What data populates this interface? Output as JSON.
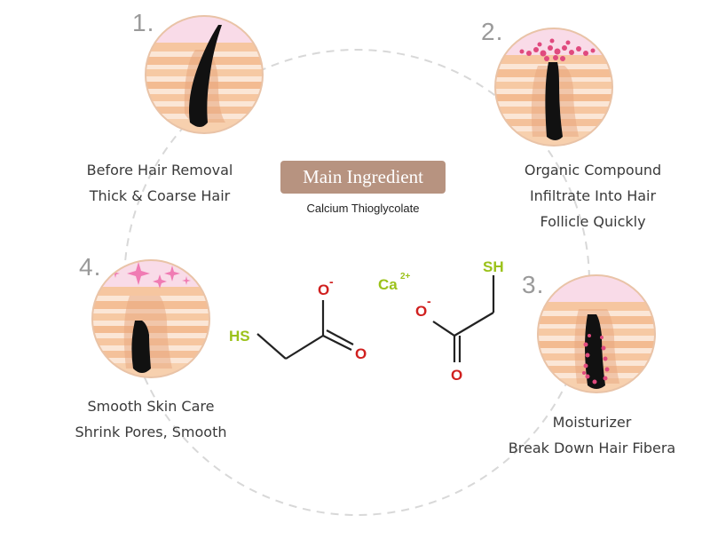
{
  "steps": [
    {
      "number": "1.",
      "lines": [
        "Before Hair Removal",
        "Thick & Coarse Hair"
      ]
    },
    {
      "number": "2.",
      "lines": [
        "Organic Compound",
        "Infiltrate Into Hair",
        "Follicle Quickly"
      ]
    },
    {
      "number": "3.",
      "lines": [
        "Moisturizer",
        "Break Down Hair Fibera"
      ]
    },
    {
      "number": "4.",
      "lines": [
        "Smooth Skin Care",
        "Shrink Pores, Smooth"
      ]
    }
  ],
  "ingredient": {
    "badge": "Main Ingredient",
    "name": "Calcium Thioglycolate"
  },
  "formula": {
    "hs": "HS",
    "sh": "SH",
    "o": "O",
    "o_minus": "-",
    "ca": "Ca",
    "ca_charge": "2+"
  },
  "colors": {
    "skin_light": "#fbe3cf",
    "skin_band": "#f6c9a3",
    "skin_top": "#f9d7e6",
    "hair": "#111111",
    "pink_dots": "#e04a7e",
    "badge": "#b79380",
    "oxygen_red": "#d0201f",
    "sulfur_green": "#9bc21a"
  }
}
